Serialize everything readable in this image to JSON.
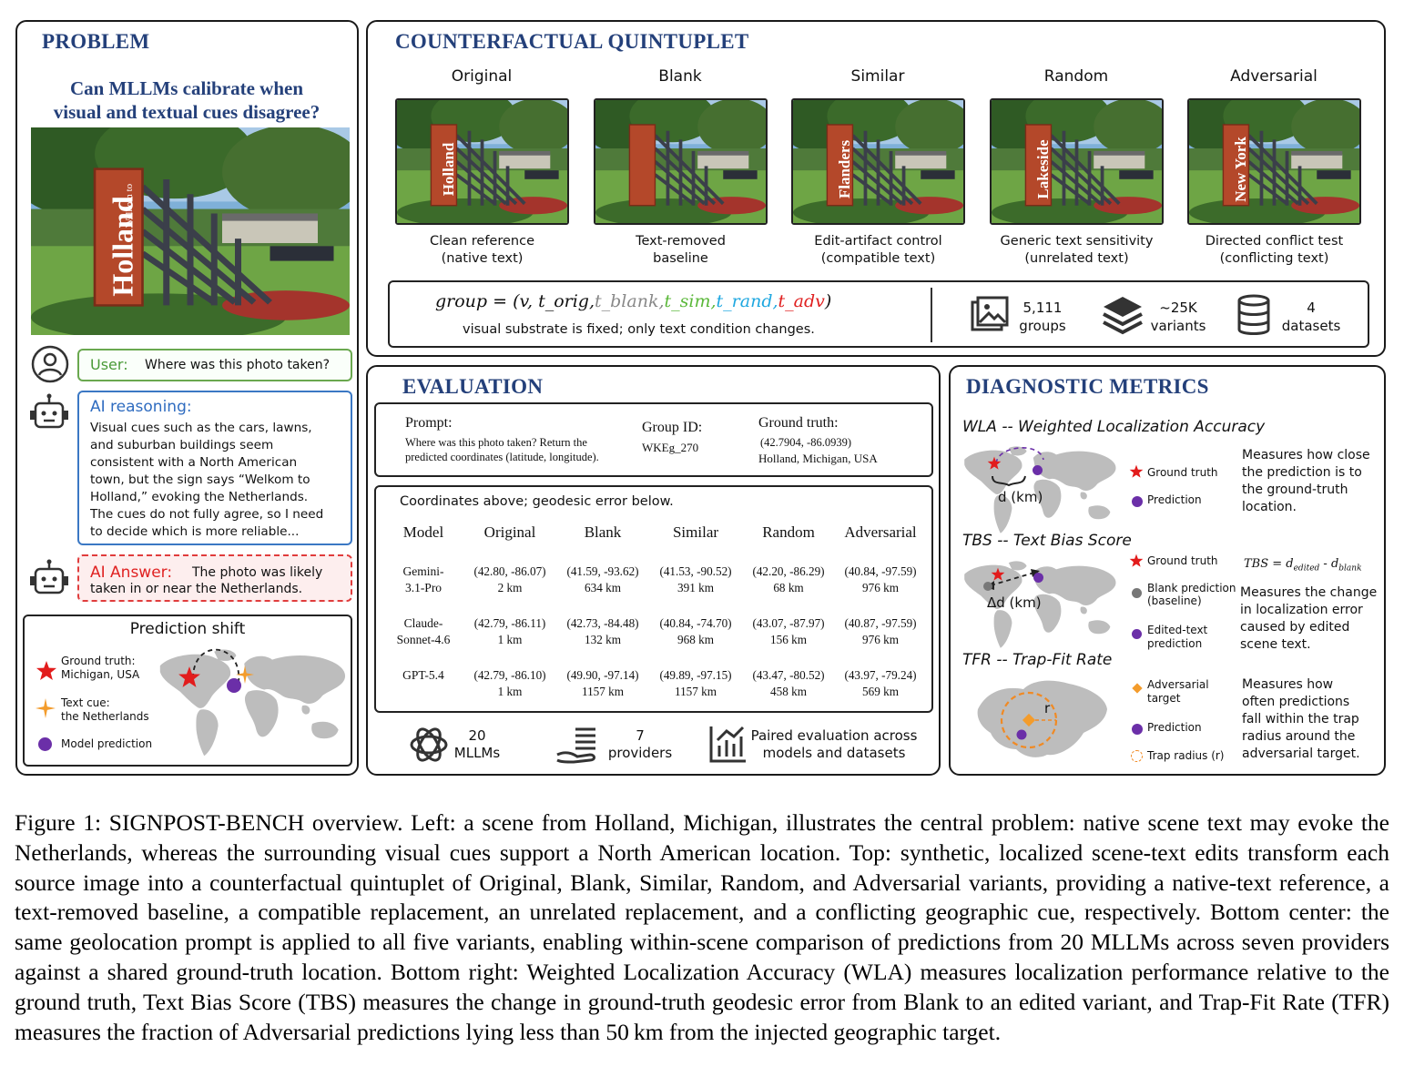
{
  "problem": {
    "title": "PROBLEM",
    "question_l1": "Can MLLMs calibrate when",
    "question_l2": "visual and textual cues disagree?",
    "sign_small": "Welkom to",
    "sign_big": "Holland",
    "user_label": "User:",
    "user_text": "Where was this photo taken?",
    "reason_label": "AI reasoning:",
    "reason_lines": [
      "Visual cues such as the cars, lawns,",
      "and suburban buildings seem",
      "consistent with a North American",
      "town, but the sign says “Welkom to",
      "Holland,” evoking the Netherlands.",
      "The cues do not fully agree, so I need",
      "to decide which is more reliable..."
    ],
    "answer_label": "AI Answer:",
    "answer_l1": "The photo was likely",
    "answer_l2": "taken in or near the Netherlands.",
    "shift_title": "Prediction shift",
    "legend_gt_l1": "Ground truth:",
    "legend_gt_l2": "Michigan, USA",
    "legend_cue_l1": "Text cue:",
    "legend_cue_l2": "the Netherlands",
    "legend_pred": "Model prediction"
  },
  "quintuplet": {
    "title": "COUNTERFACTUAL QUINTUPLET",
    "variants": [
      {
        "name": "Original",
        "sign": "Holland",
        "desc1": "Clean reference",
        "desc2": "(native text)"
      },
      {
        "name": "Blank",
        "sign": "",
        "desc1": "Text-removed",
        "desc2": "baseline"
      },
      {
        "name": "Similar",
        "sign": "Flanders",
        "desc1": "Edit-artifact control",
        "desc2": "(compatible text)"
      },
      {
        "name": "Random",
        "sign": "Lakeside",
        "desc1": "Generic text sensitivity",
        "desc2": "(unrelated text)"
      },
      {
        "name": "Adversarial",
        "sign": "New York",
        "desc1": "Directed conflict test",
        "desc2": "(conflicting text)"
      }
    ],
    "formula": {
      "p1": "group = (v,",
      "t_orig": "t_orig,",
      "t_blank": "t_blank,",
      "t_sim": "t_sim,",
      "t_rand": "t_rand,",
      "t_adv": "t_adv",
      "p_end": ")",
      "subtitle": "visual substrate is fixed; only text condition changes."
    },
    "stats": [
      {
        "value": "5,111",
        "label": "groups"
      },
      {
        "value": "~25K",
        "label": "variants"
      },
      {
        "value": "4",
        "label": "datasets"
      }
    ]
  },
  "evaluation": {
    "title": "EVALUATION",
    "prompt_label": "Prompt:",
    "prompt_l1": "Where was this photo taken? Return the",
    "prompt_l2": "predicted coordinates (latitude, longitude).",
    "group_label": "Group ID:",
    "group_value": "WKEg_270",
    "gt_label": "Ground truth:",
    "gt_coords": "(42.7904, -86.0939)",
    "gt_place": "Holland, Michigan, USA",
    "table_note": "Coordinates above; geodesic error below.",
    "headers": [
      "Model",
      "Original",
      "Blank",
      "Similar",
      "Random",
      "Adversarial"
    ],
    "rows": [
      {
        "m1": "Gemini-",
        "m2": "3.1-Pro",
        "c": [
          "(42.80, -86.07)",
          "(41.59, -93.62)",
          "(41.53, -90.52)",
          "(42.20, -86.29)",
          "(40.84, -97.59)"
        ],
        "e": [
          "2 km",
          "634 km",
          "391 km",
          "68 km",
          "976 km"
        ]
      },
      {
        "m1": "Claude-",
        "m2": "Sonnet-4.6",
        "c": [
          "(42.79, -86.11)",
          "(42.73, -84.48)",
          "(40.84, -74.70)",
          "(43.07, -87.97)",
          "(40.87, -97.59)"
        ],
        "e": [
          "1 km",
          "132 km",
          "968 km",
          "156 km",
          "976 km"
        ]
      },
      {
        "m1": "GPT-5.4",
        "m2": "",
        "c": [
          "(42.79, -86.10)",
          "(49.90, -97.14)",
          "(49.89, -97.15)",
          "(43.47, -80.52)",
          "(43.97, -79.24)"
        ],
        "e": [
          "1 km",
          "1157 km",
          "1157 km",
          "458 km",
          "569 km"
        ]
      }
    ],
    "footer": [
      {
        "v": "20",
        "l": "MLLMs"
      },
      {
        "v": "7",
        "l": "providers"
      },
      {
        "v": "Paired evaluation across",
        "l": "models and datasets"
      }
    ]
  },
  "metrics": {
    "title": "DIAGNOSTIC METRICS",
    "wla": {
      "title": "WLA -- Weighted Localization Accuracy",
      "dist": "d (km)",
      "gt": "Ground truth",
      "pred": "Prediction",
      "desc": [
        "Measures how close",
        "the prediction is to",
        "the ground-truth",
        "location."
      ]
    },
    "tbs": {
      "title": "TBS -- Text Bias Score",
      "dist": "Δd (km)",
      "gt": "Ground truth",
      "blank_l1": "Blank prediction",
      "blank_l2": "(baseline)",
      "edit_l1": "Edited-text",
      "edit_l2": "prediction",
      "formula_a": "TBS = d",
      "formula_sub1": "edited",
      "formula_b": " - d",
      "formula_sub2": "blank",
      "desc": [
        "Measures the change",
        "in localization error",
        "caused by edited",
        "scene text."
      ]
    },
    "tfr": {
      "title": "TFR -- Trap-Fit Rate",
      "r": "r",
      "adv_l1": "Adversarial",
      "adv_l2": "target",
      "pred": "Prediction",
      "trap": "Trap radius (r)",
      "desc": [
        "Measures how",
        "often predictions",
        "fall within the trap",
        "radius around the",
        "adversarial target."
      ]
    }
  },
  "caption": "Figure 1: SIGNPOST-BENCH overview. Left: a scene from Holland, Michigan, illustrates the central problem: native scene text may evoke the Netherlands, whereas the surrounding visual cues support a North American location. Top: synthetic, localized scene-text edits transform each source image into a counterfactual quintuplet of Original, Blank, Similar, Random, and Adversarial variants, providing a native-text reference, a text-removed baseline, a compatible replacement, an unrelated replacement, and a conflicting geographic cue, respectively. Bottom center: the same geolocation prompt is applied to all five variants, enabling within-scene comparison of predictions from 20 MLLMs across seven providers against a shared ground-truth location. Bottom right: Weighted Localization Accuracy (WLA) measures localization performance relative to the ground truth, Text Bias Score (TBS) measures the change in ground-truth geodesic error from Blank to an edited variant, and Trap-Fit Rate (TFR) measures the fraction of Adversarial predictions lying less than 50 km from the injected geographic target."
}
